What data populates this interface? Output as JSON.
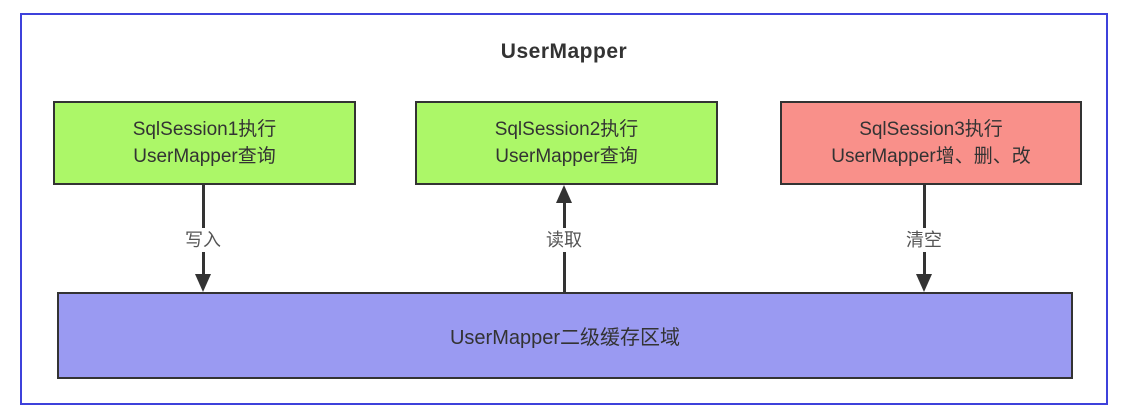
{
  "diagram": {
    "title": "UserMapper",
    "session_boxes": [
      {
        "line1": "SqlSession1执行",
        "line2": "UserMapper查询",
        "type": "query"
      },
      {
        "line1": "SqlSession2执行",
        "line2": "UserMapper查询",
        "type": "query"
      },
      {
        "line1": "SqlSession3执行",
        "line2": "UserMapper增、删、改",
        "type": "mutation"
      }
    ],
    "cache_box": {
      "label": "UserMapper二级缓存区域"
    },
    "arrows": [
      {
        "label": "写入",
        "direction": "down",
        "from": "SqlSession1",
        "to": "cache"
      },
      {
        "label": "读取",
        "direction": "up",
        "from": "cache",
        "to": "SqlSession2"
      },
      {
        "label": "清空",
        "direction": "down",
        "from": "SqlSession3",
        "to": "cache"
      }
    ],
    "colors": {
      "frame_border": "#3e41db",
      "query_fill": "#acf768",
      "mutation_fill": "#f9908a",
      "cache_fill": "#9a9af2",
      "shape_border": "#333333",
      "text": "#333333",
      "arrow": "#333333",
      "edge_label_text": "#555555"
    }
  }
}
